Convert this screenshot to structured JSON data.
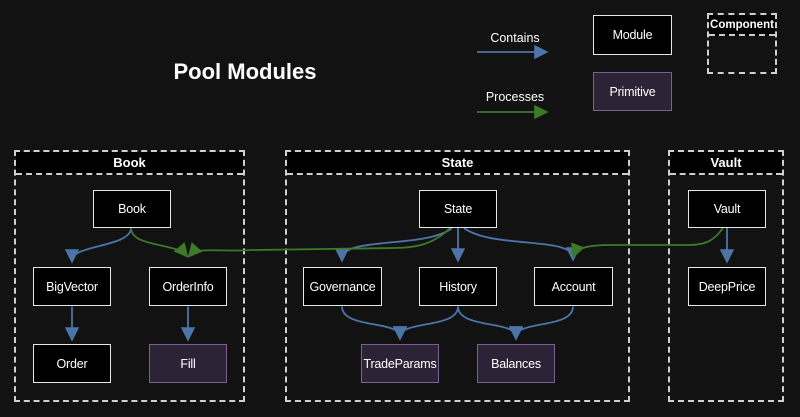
{
  "title": "Pool Modules",
  "legend": {
    "contains": "Contains",
    "processes": "Processes",
    "module": "Module",
    "primitive": "Primitive",
    "component": "Component"
  },
  "containers": {
    "book": {
      "label": "Book"
    },
    "state": {
      "label": "State"
    },
    "vault": {
      "label": "Vault"
    }
  },
  "nodes": {
    "book": "Book",
    "bigvector": "BigVector",
    "orderinfo": "OrderInfo",
    "order": "Order",
    "fill": "Fill",
    "state": "State",
    "governance": "Governance",
    "history": "History",
    "account": "Account",
    "tradeparams": "TradeParams",
    "balances": "Balances",
    "vault": "Vault",
    "deepprice": "DeepPrice"
  },
  "colors": {
    "background": "#121212",
    "contains_arrow": "#4d74a8",
    "processes_arrow": "#3d7a28",
    "module_fill": "#000000",
    "module_border": "#e8e8e8",
    "primitive_fill": "#2d2336",
    "primitive_border": "#7e5f94",
    "container_border": "#cfcfcf",
    "text": "#ffffff"
  },
  "edges": {
    "contains": [
      {
        "from": "Book",
        "to": "BigVector"
      },
      {
        "from": "BigVector",
        "to": "Order"
      },
      {
        "from": "OrderInfo",
        "to": "Fill"
      },
      {
        "from": "State",
        "to": "Governance"
      },
      {
        "from": "State",
        "to": "History"
      },
      {
        "from": "State",
        "to": "Account"
      },
      {
        "from": "Governance",
        "to": "TradeParams"
      },
      {
        "from": "History",
        "to": "TradeParams"
      },
      {
        "from": "History",
        "to": "Balances"
      },
      {
        "from": "Account",
        "to": "Balances"
      },
      {
        "from": "Vault",
        "to": "DeepPrice"
      }
    ],
    "processes": [
      {
        "from": "Book",
        "to": "OrderInfo"
      },
      {
        "from": "State",
        "to": "OrderInfo"
      },
      {
        "from": "Vault",
        "to": "Account"
      }
    ]
  }
}
